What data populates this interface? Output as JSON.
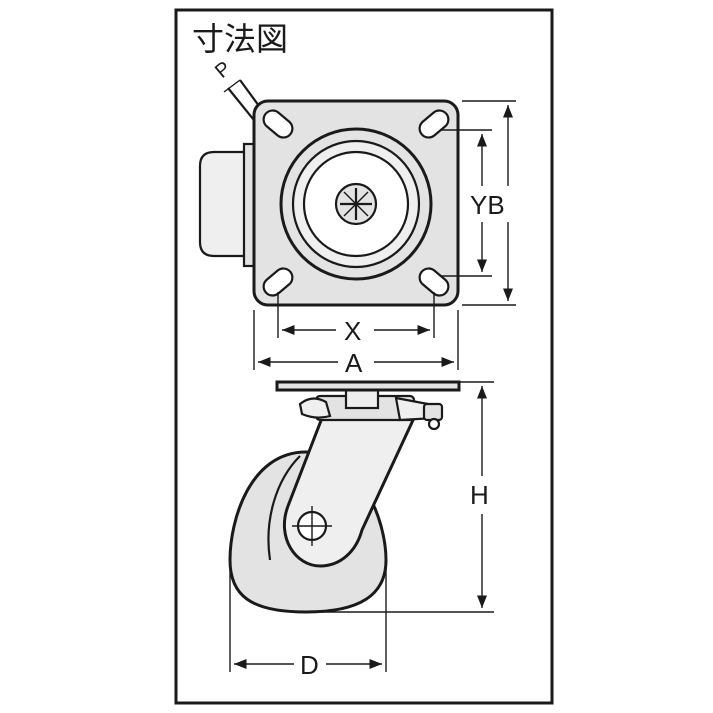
{
  "title": "寸法図",
  "labels": {
    "p": "P",
    "yb": "YB",
    "x": "X",
    "a": "A",
    "h": "H",
    "d": "D"
  }
}
